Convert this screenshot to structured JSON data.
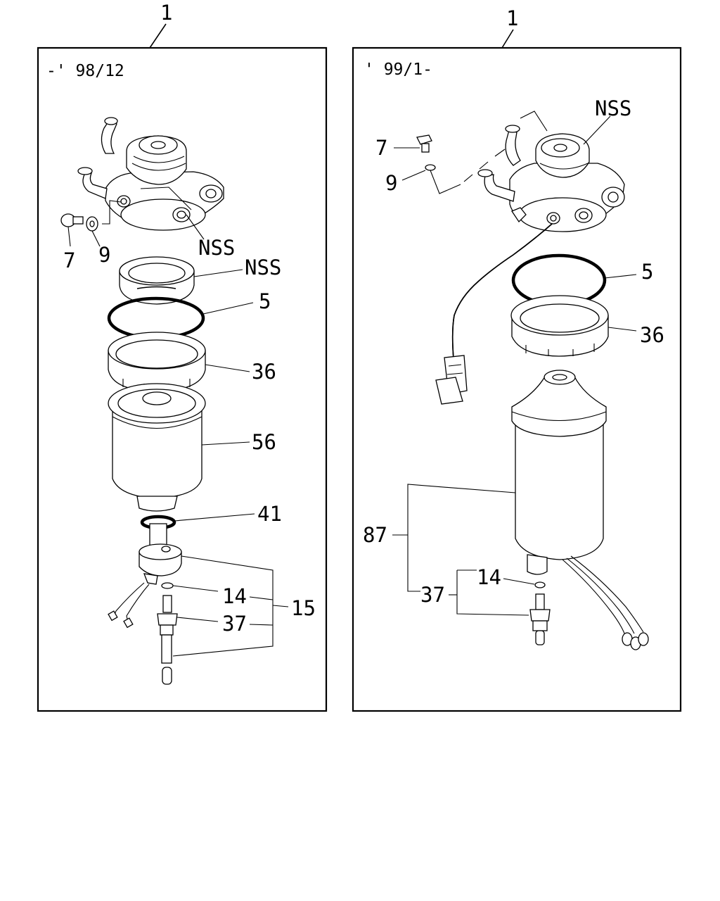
{
  "panels": [
    {
      "assembly_label": "1",
      "date_range": "-' 98/12",
      "callouts": {
        "nss_top": "NSS",
        "nss_cap": "NSS",
        "ref_7": "7",
        "ref_9": "9",
        "ref_5": "5",
        "ref_36": "36",
        "ref_56": "56",
        "ref_41": "41",
        "ref_14": "14",
        "ref_37": "37",
        "ref_15": "15"
      }
    },
    {
      "assembly_label": "1",
      "date_range": "' 99/1-",
      "callouts": {
        "nss_top": "NSS",
        "ref_7": "7",
        "ref_9": "9",
        "ref_5": "5",
        "ref_36": "36",
        "ref_87": "87",
        "ref_14": "14",
        "ref_37": "37"
      }
    }
  ]
}
